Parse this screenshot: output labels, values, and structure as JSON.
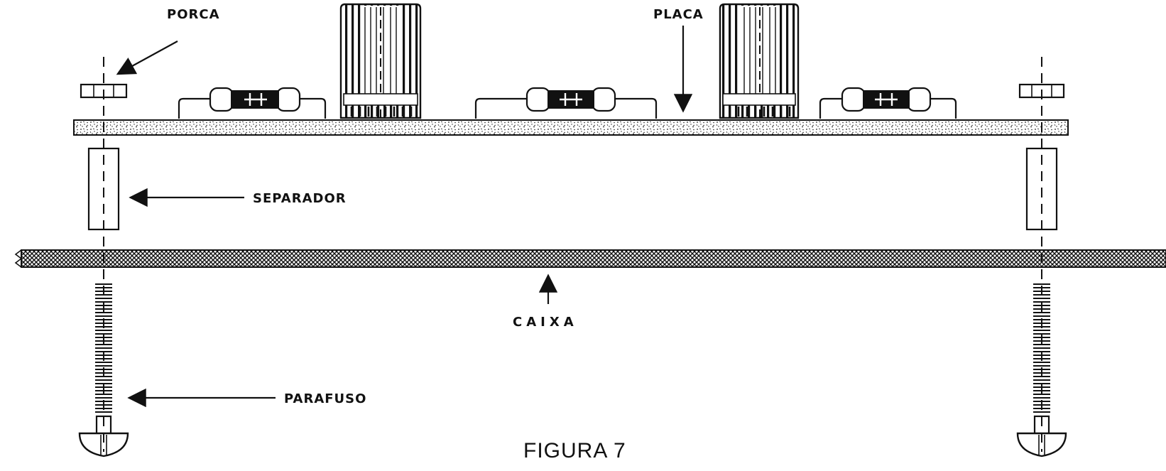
{
  "figure": {
    "caption": "FIGURA 7",
    "labels": {
      "porca": "PORCA",
      "placa": "PLACA",
      "separador": "SEPARADOR",
      "caixa": "CAIXA",
      "parafuso": "PARAFUSO"
    }
  }
}
